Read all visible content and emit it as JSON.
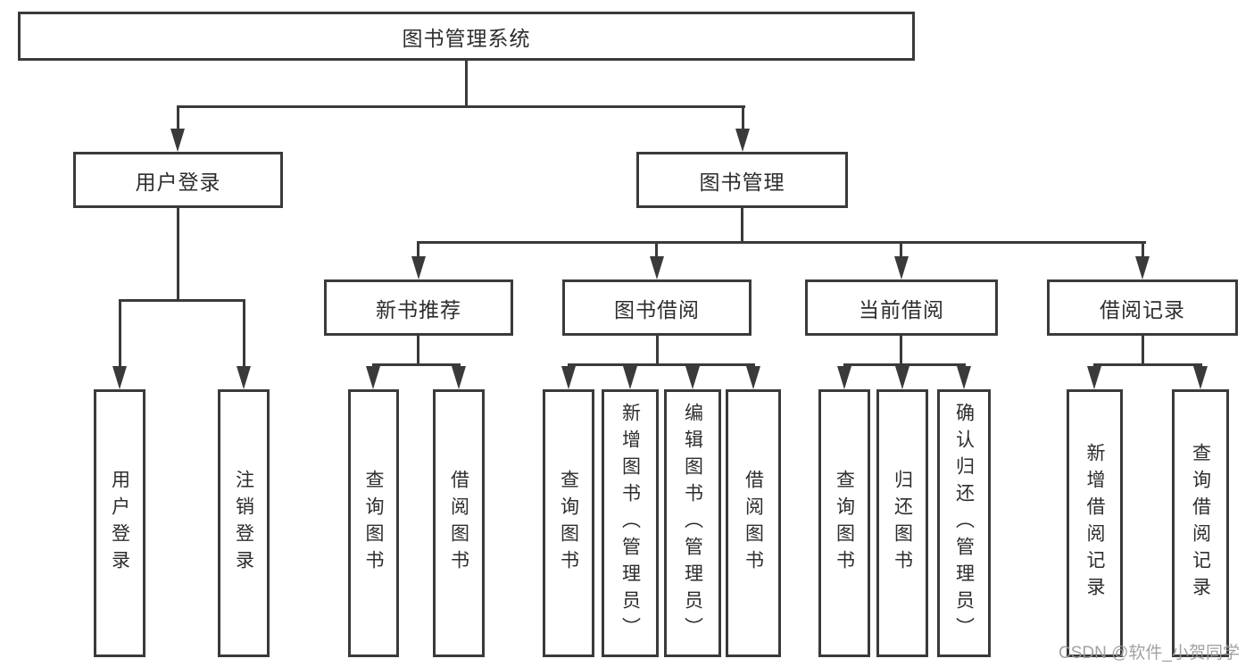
{
  "diagram": {
    "root": {
      "label": "图书管理系统"
    },
    "branches": [
      {
        "label": "用户登录",
        "children": [
          {
            "label": "用户登录"
          },
          {
            "label": "注销登录"
          }
        ]
      },
      {
        "label": "图书管理",
        "groups": [
          {
            "label": "新书推荐",
            "children": [
              {
                "label": "查询图书"
              },
              {
                "label": "借阅图书"
              }
            ]
          },
          {
            "label": "图书借阅",
            "children": [
              {
                "label": "查询图书"
              },
              {
                "label": "新增图书（管理员）"
              },
              {
                "label": "编辑图书（管理员）"
              },
              {
                "label": "借阅图书"
              }
            ]
          },
          {
            "label": "当前借阅",
            "children": [
              {
                "label": "查询图书"
              },
              {
                "label": "归还图书"
              },
              {
                "label": "确认归还（管理员）"
              }
            ]
          },
          {
            "label": "借阅记录",
            "children": [
              {
                "label": "新增借阅记录"
              },
              {
                "label": "查询借阅记录"
              }
            ]
          }
        ]
      }
    ],
    "watermark": "CSDN @软件_小贺同学",
    "colors": {
      "line": "#3a3a3a",
      "text": "#2d2d2d",
      "background": "#ffffff",
      "watermark": "#9a9a9a"
    }
  }
}
